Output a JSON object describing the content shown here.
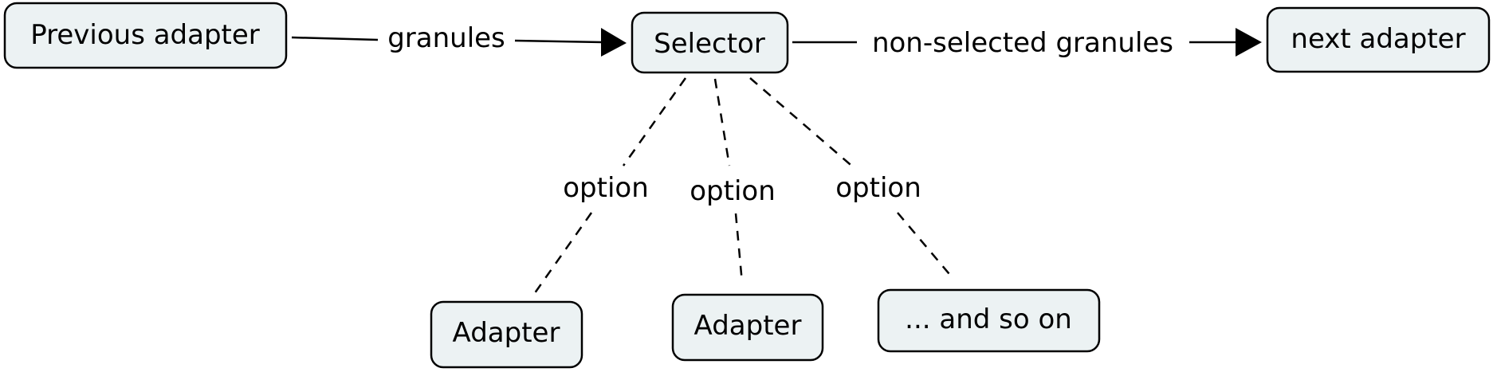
{
  "nodes": {
    "previous": {
      "label": "Previous adapter"
    },
    "selector": {
      "label": "Selector"
    },
    "next": {
      "label": "next adapter"
    },
    "adapter_1": {
      "label": "Adapter"
    },
    "adapter_2": {
      "label": "Adapter"
    },
    "and_so_on": {
      "label": "... and so on"
    }
  },
  "edges": {
    "granules": {
      "label": "granules"
    },
    "non_selected": {
      "label": "non-selected granules"
    },
    "option_1": {
      "label": "option"
    },
    "option_2": {
      "label": "option"
    },
    "option_3": {
      "label": "option"
    }
  },
  "colors": {
    "node_fill": "#ecf2f3",
    "stroke": "#000000"
  }
}
